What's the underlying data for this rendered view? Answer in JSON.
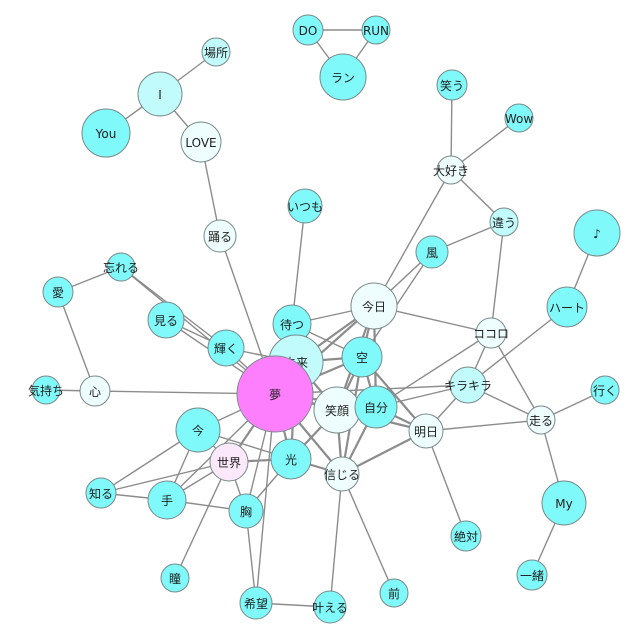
{
  "colors": {
    "cyan": "#7ff9fa",
    "light_cyan": "#c2fbfb",
    "pale": "#eefdfd",
    "lilac": "#fbe8fb",
    "magenta": "#fd7ffd",
    "edge": "#8c8c8c",
    "node_stroke": "#7a8a8a"
  },
  "nodes": [
    {
      "id": "DO",
      "label": "DO",
      "color": "cyan"
    },
    {
      "id": "RUN",
      "label": "RUN",
      "color": "cyan"
    },
    {
      "id": "ran",
      "label": "ラン",
      "color": "cyan"
    },
    {
      "id": "basho",
      "label": "場所",
      "color": "light_cyan"
    },
    {
      "id": "I",
      "label": "I",
      "color": "light_cyan"
    },
    {
      "id": "You",
      "label": "You",
      "color": "cyan"
    },
    {
      "id": "LOVE",
      "label": "LOVE",
      "color": "pale"
    },
    {
      "id": "warau",
      "label": "笑う",
      "color": "cyan"
    },
    {
      "id": "Wow",
      "label": "Wow",
      "color": "cyan"
    },
    {
      "id": "daisuki",
      "label": "大好き",
      "color": "pale"
    },
    {
      "id": "chigau",
      "label": "違う",
      "color": "light_cyan"
    },
    {
      "id": "note",
      "label": "♪",
      "color": "cyan"
    },
    {
      "id": "itsumo",
      "label": "いつも",
      "color": "cyan"
    },
    {
      "id": "odoru",
      "label": "踊る",
      "color": "pale"
    },
    {
      "id": "kaze",
      "label": "風",
      "color": "cyan"
    },
    {
      "id": "heart",
      "label": "ハート",
      "color": "cyan"
    },
    {
      "id": "wasureru",
      "label": "忘れる",
      "color": "cyan"
    },
    {
      "id": "ai",
      "label": "愛",
      "color": "cyan"
    },
    {
      "id": "miru",
      "label": "見る",
      "color": "cyan"
    },
    {
      "id": "matsu",
      "label": "待つ",
      "color": "cyan"
    },
    {
      "id": "kyou",
      "label": "今日",
      "color": "pale"
    },
    {
      "id": "kokoro_k",
      "label": "ココロ",
      "color": "pale"
    },
    {
      "id": "kagayaku",
      "label": "輝く",
      "color": "cyan"
    },
    {
      "id": "mirai",
      "label": "未来",
      "color": "light_cyan"
    },
    {
      "id": "sora",
      "label": "空",
      "color": "cyan"
    },
    {
      "id": "kimochi",
      "label": "気持ち",
      "color": "cyan"
    },
    {
      "id": "kokoro",
      "label": "心",
      "color": "pale"
    },
    {
      "id": "yume",
      "label": "夢",
      "color": "magenta"
    },
    {
      "id": "kirakira",
      "label": "キラキラ",
      "color": "light_cyan"
    },
    {
      "id": "iku",
      "label": "行く",
      "color": "cyan"
    },
    {
      "id": "egao",
      "label": "笑顔",
      "color": "pale"
    },
    {
      "id": "jibun",
      "label": "自分",
      "color": "cyan"
    },
    {
      "id": "hashiru",
      "label": "走る",
      "color": "pale"
    },
    {
      "id": "ima",
      "label": "今",
      "color": "cyan"
    },
    {
      "id": "ashita",
      "label": "明日",
      "color": "pale"
    },
    {
      "id": "sekai",
      "label": "世界",
      "color": "lilac"
    },
    {
      "id": "hikari",
      "label": "光",
      "color": "cyan"
    },
    {
      "id": "shinjiru",
      "label": "信じる",
      "color": "pale"
    },
    {
      "id": "shiru",
      "label": "知る",
      "color": "cyan"
    },
    {
      "id": "te",
      "label": "手",
      "color": "cyan"
    },
    {
      "id": "mune",
      "label": "胸",
      "color": "cyan"
    },
    {
      "id": "My",
      "label": "My",
      "color": "cyan"
    },
    {
      "id": "zettai",
      "label": "絶対",
      "color": "cyan"
    },
    {
      "id": "hitomi",
      "label": "瞳",
      "color": "cyan"
    },
    {
      "id": "issho",
      "label": "一緒",
      "color": "cyan"
    },
    {
      "id": "mae",
      "label": "前",
      "color": "cyan"
    },
    {
      "id": "kibou",
      "label": "希望",
      "color": "cyan"
    },
    {
      "id": "kanaeru",
      "label": "叶える",
      "color": "cyan"
    }
  ],
  "edges": [
    [
      "DO",
      "RUN"
    ],
    [
      "DO",
      "ran"
    ],
    [
      "RUN",
      "ran"
    ],
    [
      "basho",
      "I"
    ],
    [
      "I",
      "You"
    ],
    [
      "I",
      "LOVE"
    ],
    [
      "LOVE",
      "odoru"
    ],
    [
      "odoru",
      "yume"
    ],
    [
      "warau",
      "daisuki"
    ],
    [
      "Wow",
      "daisuki"
    ],
    [
      "daisuki",
      "chigau"
    ],
    [
      "daisuki",
      "kyou"
    ],
    [
      "chigau",
      "kaze"
    ],
    [
      "chigau",
      "kokoro_k"
    ],
    [
      "note",
      "heart"
    ],
    [
      "heart",
      "kirakira"
    ],
    [
      "itsumo",
      "matsu"
    ],
    [
      "kaze",
      "kyou"
    ],
    [
      "kaze",
      "sora"
    ],
    [
      "wasureru",
      "ai"
    ],
    [
      "wasureru",
      "kagayaku"
    ],
    [
      "wasureru",
      "yume"
    ],
    [
      "ai",
      "kokoro"
    ],
    [
      "kimochi",
      "kokoro"
    ],
    [
      "kokoro",
      "yume"
    ],
    [
      "miru",
      "kagayaku"
    ],
    [
      "miru",
      "yume"
    ],
    [
      "matsu",
      "yume"
    ],
    [
      "matsu",
      "kyou"
    ],
    [
      "matsu",
      "mirai"
    ],
    [
      "matsu",
      "sora"
    ],
    [
      "kyou",
      "yume"
    ],
    [
      "kyou",
      "mirai"
    ],
    [
      "kyou",
      "sora"
    ],
    [
      "kyou",
      "egao"
    ],
    [
      "kyou",
      "kokoro_k"
    ],
    [
      "kyou",
      "jibun"
    ],
    [
      "kokoro_k",
      "jibun"
    ],
    [
      "kokoro_k",
      "hashiru"
    ],
    [
      "kokoro_k",
      "kirakira"
    ],
    [
      "kagayaku",
      "yume"
    ],
    [
      "kagayaku",
      "mirai"
    ],
    [
      "mirai",
      "yume"
    ],
    [
      "mirai",
      "sora"
    ],
    [
      "mirai",
      "egao"
    ],
    [
      "mirai",
      "hikari"
    ],
    [
      "sora",
      "yume"
    ],
    [
      "sora",
      "egao"
    ],
    [
      "sora",
      "jibun"
    ],
    [
      "sora",
      "ashita"
    ],
    [
      "sora",
      "shinjiru"
    ],
    [
      "yume",
      "egao"
    ],
    [
      "yume",
      "jibun"
    ],
    [
      "yume",
      "ima"
    ],
    [
      "yume",
      "sekai"
    ],
    [
      "yume",
      "hikari"
    ],
    [
      "yume",
      "shinjiru"
    ],
    [
      "yume",
      "ashita"
    ],
    [
      "yume",
      "kirakira"
    ],
    [
      "yume",
      "te"
    ],
    [
      "yume",
      "mune"
    ],
    [
      "yume",
      "kibou"
    ],
    [
      "kirakira",
      "jibun"
    ],
    [
      "kirakira",
      "ashita"
    ],
    [
      "kirakira",
      "hashiru"
    ],
    [
      "iku",
      "hashiru"
    ],
    [
      "hashiru",
      "ashita"
    ],
    [
      "hashiru",
      "My"
    ],
    [
      "egao",
      "jibun"
    ],
    [
      "egao",
      "hikari"
    ],
    [
      "egao",
      "shinjiru"
    ],
    [
      "jibun",
      "ashita"
    ],
    [
      "jibun",
      "shinjiru"
    ],
    [
      "ima",
      "sekai"
    ],
    [
      "ima",
      "hikari"
    ],
    [
      "ima",
      "shiru"
    ],
    [
      "ima",
      "te"
    ],
    [
      "ashita",
      "shinjiru"
    ],
    [
      "ashita",
      "zettai"
    ],
    [
      "sekai",
      "hikari"
    ],
    [
      "sekai",
      "te"
    ],
    [
      "sekai",
      "mune"
    ],
    [
      "sekai",
      "hitomi"
    ],
    [
      "sekai",
      "shiru"
    ],
    [
      "hikari",
      "mune"
    ],
    [
      "hikari",
      "shinjiru"
    ],
    [
      "shinjiru",
      "mae"
    ],
    [
      "shinjiru",
      "kanaeru"
    ],
    [
      "shiru",
      "te"
    ],
    [
      "te",
      "mune"
    ],
    [
      "mune",
      "kibou"
    ],
    [
      "kibou",
      "kanaeru"
    ],
    [
      "My",
      "issho"
    ]
  ]
}
